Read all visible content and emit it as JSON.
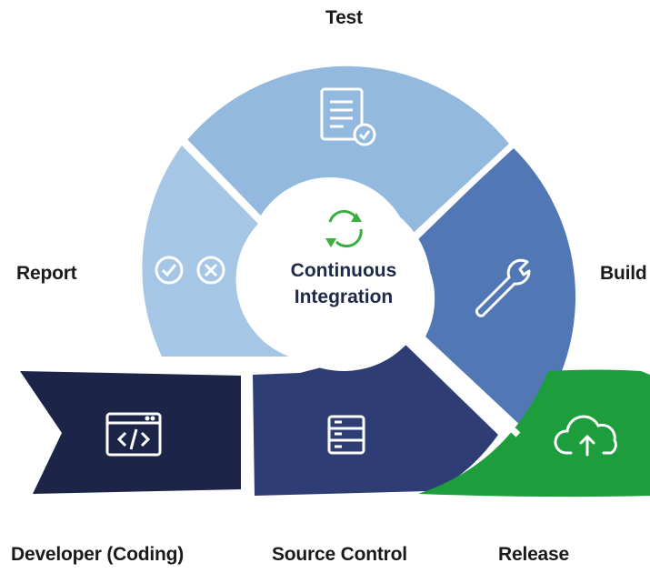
{
  "center": {
    "line1": "Continuous",
    "line2": "Integration",
    "icon": "refresh-cycle-icon",
    "icon_color": "#3aae3f"
  },
  "stages": {
    "test": {
      "label": "Test",
      "icon": "document-check-icon",
      "color": "#93b9de"
    },
    "report": {
      "label": "Report",
      "icon": "check-cross-icon",
      "color": "#a6c6e6"
    },
    "build": {
      "label": "Build",
      "icon": "wrench-icon",
      "color": "#5178b5"
    },
    "developer": {
      "label": "Developer (Coding)",
      "icon": "code-window-icon",
      "color": "#1c2448"
    },
    "source_control": {
      "label": "Source Control",
      "icon": "server-icon",
      "color": "#2e3d74"
    },
    "release": {
      "label": "Release",
      "icon": "cloud-upload-icon",
      "color": "#1d9d3c"
    }
  }
}
